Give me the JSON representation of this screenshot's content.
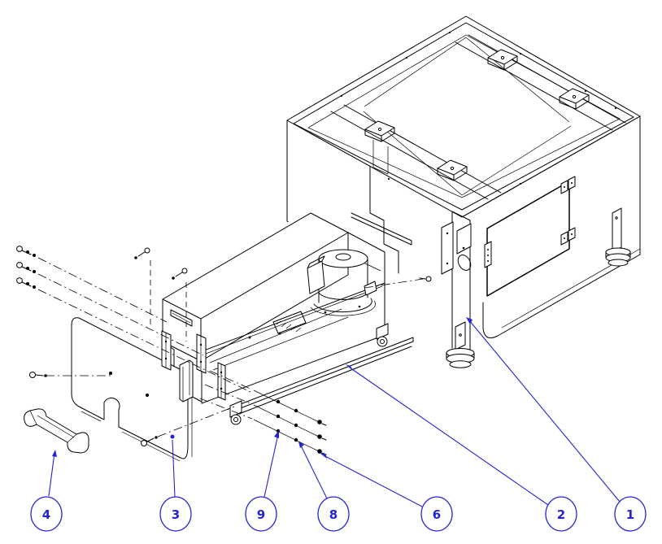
{
  "diagram": {
    "background": "#ffffff",
    "line_color": "#000000",
    "callout_color": "#2424d6",
    "callouts": [
      {
        "label": "4",
        "points_to": "pull-handle"
      },
      {
        "label": "3",
        "points_to": "front-panel"
      },
      {
        "label": "9",
        "points_to": "flat-washer"
      },
      {
        "label": "8",
        "points_to": "lock-washer"
      },
      {
        "label": "6",
        "points_to": "screw"
      },
      {
        "label": "2",
        "points_to": "tank-front-rail"
      },
      {
        "label": "1",
        "points_to": "machine-base"
      }
    ]
  }
}
